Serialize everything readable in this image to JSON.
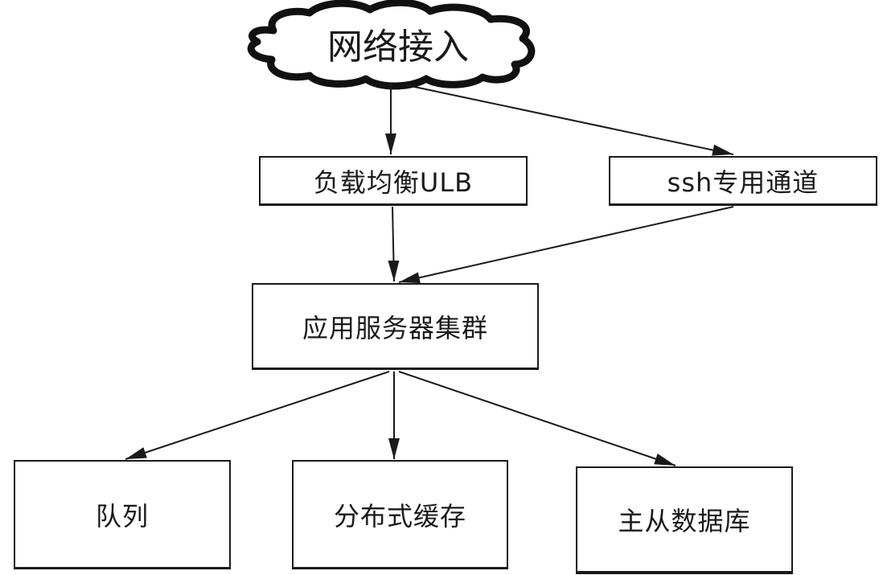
{
  "diagram": {
    "type": "flowchart",
    "nodes": {
      "access": {
        "label": "网络接入",
        "shape": "cloud"
      },
      "ulb": {
        "label": "负载均衡ULB",
        "shape": "rect"
      },
      "ssh": {
        "label": "ssh专用通道",
        "shape": "rect"
      },
      "app": {
        "label": "应用服务器集群",
        "shape": "rect"
      },
      "queue": {
        "label": "队列",
        "shape": "rect"
      },
      "cache": {
        "label": "分布式缓存",
        "shape": "rect"
      },
      "db": {
        "label": "主从数据库",
        "shape": "rect"
      }
    },
    "edges": [
      {
        "from": "access",
        "to": "ulb"
      },
      {
        "from": "access",
        "to": "ssh"
      },
      {
        "from": "ulb",
        "to": "app"
      },
      {
        "from": "ssh",
        "to": "app"
      },
      {
        "from": "app",
        "to": "queue"
      },
      {
        "from": "app",
        "to": "cache"
      },
      {
        "from": "app",
        "to": "db"
      }
    ],
    "colors": {
      "stroke": "#1a1a1a",
      "fill": "#ffffff"
    }
  }
}
